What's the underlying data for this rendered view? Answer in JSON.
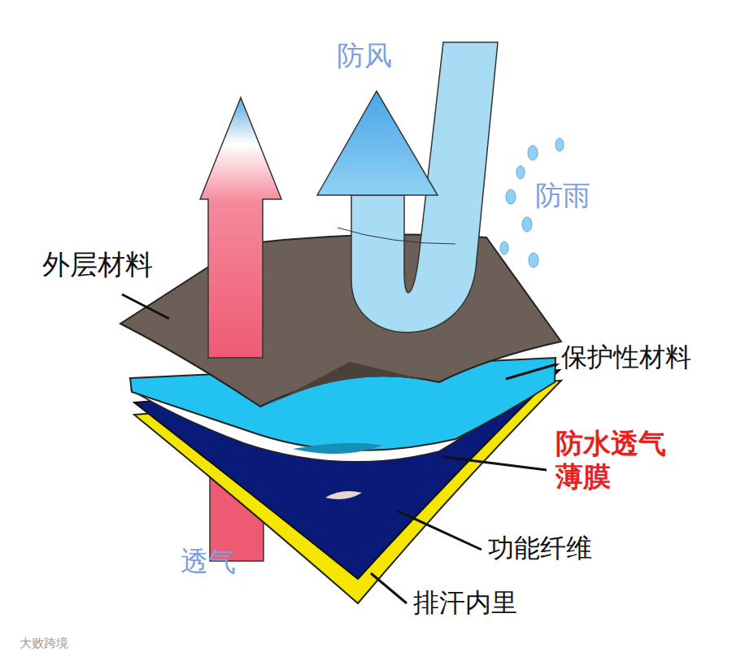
{
  "diagram": {
    "labels": [
      "防风",
      "防雨",
      "外层材料",
      "保护性材料",
      "防水透气 薄膜",
      "功能纤维",
      "透气",
      "排汗内里",
      "大败跨境"
    ]
  }
}
